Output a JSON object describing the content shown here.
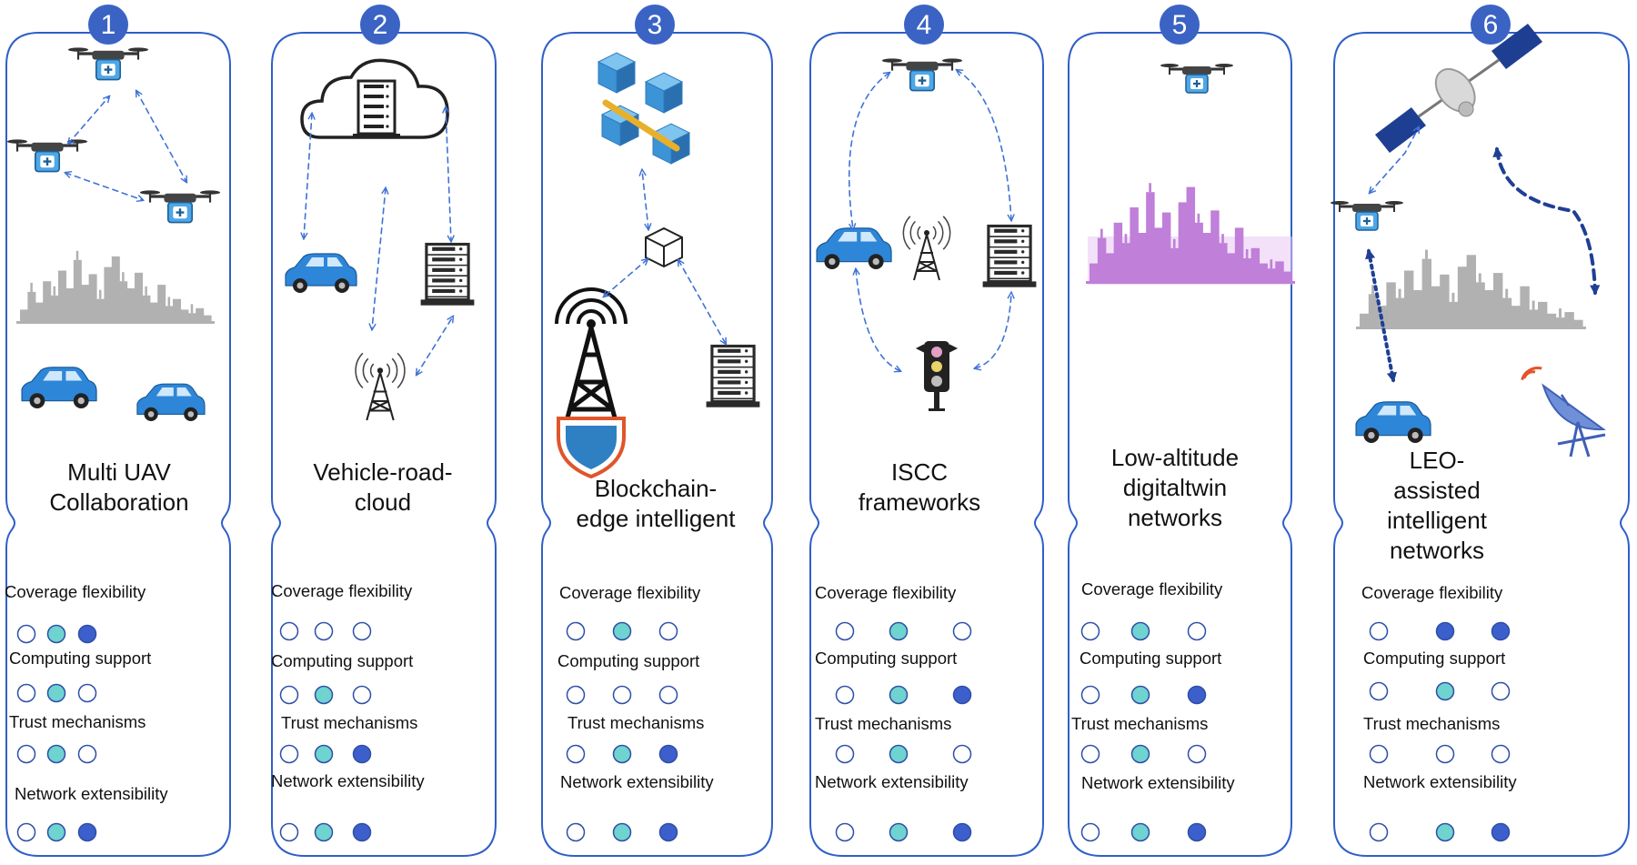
{
  "colors": {
    "panel_border": "#2f5fc8",
    "badge": "#3a63c4",
    "arrow": "#3f73d6",
    "dot_empty_stroke": "#2d4fa8",
    "dot_medium": "#6fd3cf",
    "dot_high": "#3d5fcc",
    "building_gray": "#b1b1b1",
    "building_purple": "#c07fd8",
    "car_blue": "#2e86d8",
    "server_dark": "#2a2a2a"
  },
  "level_legend": {
    "empty": "circle-empty",
    "medium": "circle-teal-filled",
    "high": "circle-blue-filled"
  },
  "panels": [
    {
      "number": "1",
      "title": "Multi UAV\nCollaboration",
      "icons": [
        "drone-icon",
        "drone-icon",
        "drone-icon",
        "city-skyline-icon",
        "car-icon",
        "car-icon"
      ],
      "metrics": [
        {
          "label": "Coverage flexibility",
          "levels": [
            "empty",
            "medium",
            "high"
          ]
        },
        {
          "label": "Computing support",
          "levels": [
            "empty",
            "medium",
            "empty"
          ]
        },
        {
          "label": "Trust mechanisms",
          "levels": [
            "empty",
            "medium",
            "empty"
          ]
        },
        {
          "label": "Network extensibility",
          "levels": [
            "empty",
            "medium",
            "high"
          ]
        }
      ]
    },
    {
      "number": "2",
      "title": "Vehicle-road-\ncloud",
      "icons": [
        "cloud-server-icon",
        "car-icon",
        "server-rack-icon",
        "cell-tower-icon"
      ],
      "metrics": [
        {
          "label": "Coverage flexibility",
          "levels": [
            "empty",
            "empty",
            "empty"
          ]
        },
        {
          "label": "Computing support",
          "levels": [
            "empty",
            "medium",
            "empty"
          ]
        },
        {
          "label": "Trust mechanisms",
          "levels": [
            "empty",
            "medium",
            "high"
          ]
        },
        {
          "label": "Network extensibility",
          "levels": [
            "empty",
            "medium",
            "high"
          ]
        }
      ]
    },
    {
      "number": "3",
      "title": "Blockchain-\nedge intelligent",
      "icons": [
        "blockchain-icon",
        "block-cube-icon",
        "secure-tower-icon",
        "server-rack-icon"
      ],
      "metrics": [
        {
          "label": "Coverage flexibility",
          "levels": [
            "empty",
            "medium",
            "empty"
          ]
        },
        {
          "label": "Computing support",
          "levels": [
            "empty",
            "empty",
            "empty"
          ]
        },
        {
          "label": "Trust mechanisms",
          "levels": [
            "empty",
            "medium",
            "high"
          ]
        },
        {
          "label": "Network extensibility",
          "levels": [
            "empty",
            "medium",
            "high"
          ]
        }
      ]
    },
    {
      "number": "4",
      "title": "ISCC\nframeworks",
      "icons": [
        "drone-icon",
        "car-icon",
        "cell-tower-icon",
        "server-rack-icon",
        "traffic-light-icon"
      ],
      "metrics": [
        {
          "label": "Coverage flexibility",
          "levels": [
            "empty",
            "medium",
            "empty"
          ]
        },
        {
          "label": "Computing support",
          "levels": [
            "empty",
            "medium",
            "high"
          ]
        },
        {
          "label": "Trust mechanisms",
          "levels": [
            "empty",
            "medium",
            "empty"
          ]
        },
        {
          "label": "Network extensibility",
          "levels": [
            "empty",
            "medium",
            "high"
          ]
        }
      ]
    },
    {
      "number": "5",
      "title": "Low-altitude\ndigitaltwin\nnetworks",
      "icons": [
        "drone-icon",
        "digital-twin-city-icon"
      ],
      "metrics": [
        {
          "label": "Coverage flexibility",
          "levels": [
            "empty",
            "medium",
            "empty"
          ]
        },
        {
          "label": "Computing support",
          "levels": [
            "empty",
            "medium",
            "high"
          ]
        },
        {
          "label": "Trust mechanisms",
          "levels": [
            "empty",
            "medium",
            "empty"
          ]
        },
        {
          "label": "Network extensibility",
          "levels": [
            "empty",
            "medium",
            "high"
          ]
        }
      ]
    },
    {
      "number": "6",
      "title": "LEO-\nassisted\nintelligent\nnetworks",
      "icons": [
        "satellite-icon",
        "drone-icon",
        "city-skyline-icon",
        "car-icon",
        "satellite-dish-icon"
      ],
      "metrics": [
        {
          "label": "Coverage flexibility",
          "levels": [
            "empty",
            "high",
            "high"
          ]
        },
        {
          "label": "Computing support",
          "levels": [
            "empty",
            "medium",
            "empty"
          ]
        },
        {
          "label": "Trust mechanisms",
          "levels": [
            "empty",
            "empty",
            "empty"
          ]
        },
        {
          "label": "Network extensibility",
          "levels": [
            "empty",
            "medium",
            "high"
          ]
        }
      ]
    }
  ]
}
